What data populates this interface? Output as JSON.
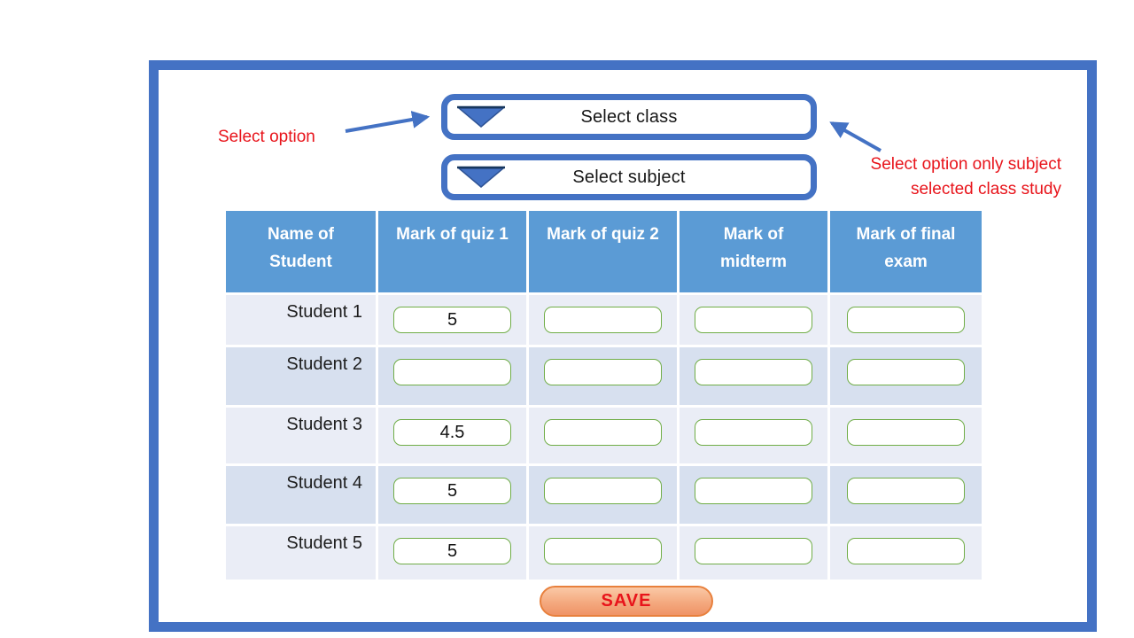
{
  "colors": {
    "frame_blue": "#4472C4",
    "header_blue": "#5B9BD5",
    "row_band_dark": "#D7E0EF",
    "row_band_light": "#EAEDF6",
    "input_border_green": "#70AD47",
    "annotation_red": "#E8141B",
    "save_border_orange": "#E8803D",
    "save_fill_salmon": "#F4A97F"
  },
  "dropdowns": {
    "class": {
      "label": "Select class"
    },
    "subject": {
      "label": "Select subject"
    }
  },
  "annotations": {
    "left_label": "Select option",
    "right_line1": "Select option only subject",
    "right_line2": "selected class study"
  },
  "table": {
    "headers": [
      {
        "line1": "Name of",
        "line2": "Student"
      },
      {
        "line1": "Mark of quiz 1",
        "line2": ""
      },
      {
        "line1": "Mark of quiz 2",
        "line2": ""
      },
      {
        "line1": "Mark of",
        "line2": "midterm"
      },
      {
        "line1": "Mark of final",
        "line2": "exam"
      }
    ],
    "rows": [
      {
        "name": "Student 1",
        "marks": [
          "5",
          "",
          "",
          ""
        ]
      },
      {
        "name": "Student 2",
        "marks": [
          "",
          "",
          "",
          ""
        ]
      },
      {
        "name": "Student 3",
        "marks": [
          "4.5",
          "",
          "",
          ""
        ]
      },
      {
        "name": "Student 4",
        "marks": [
          "5",
          "",
          "",
          ""
        ]
      },
      {
        "name": "Student 5",
        "marks": [
          "5",
          "",
          "",
          ""
        ]
      }
    ]
  },
  "save_button": {
    "label": "SAVE"
  }
}
